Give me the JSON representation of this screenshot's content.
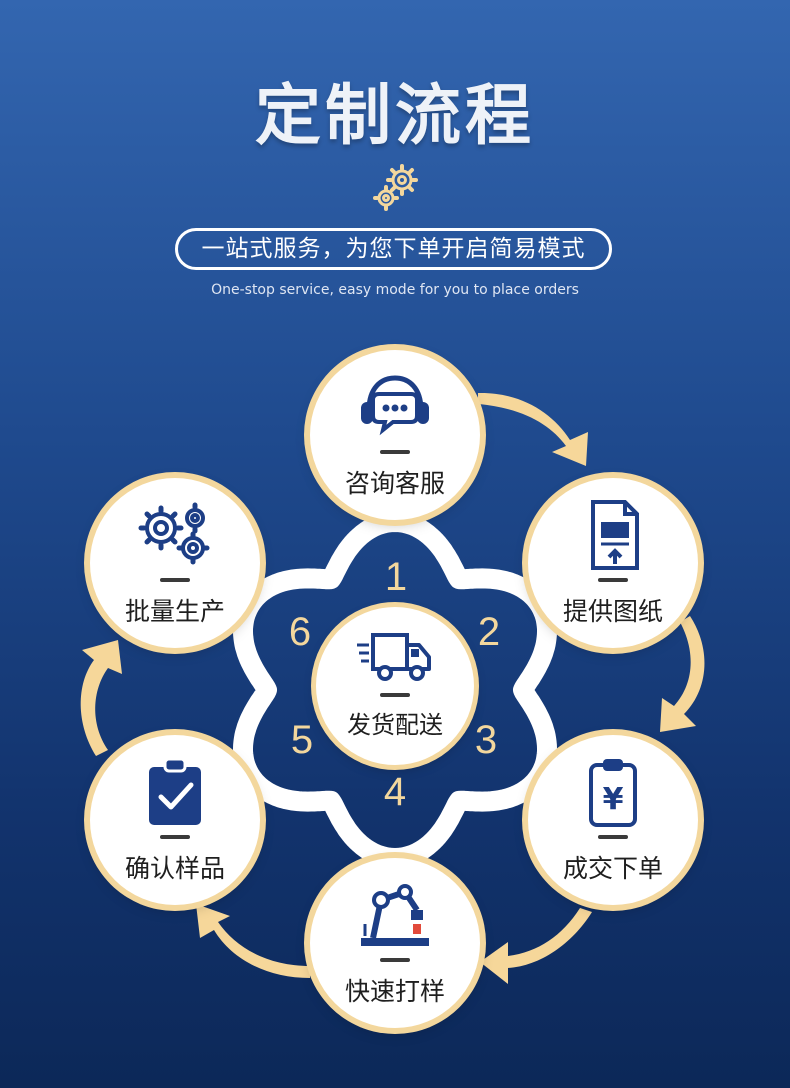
{
  "header": {
    "title": "定制流程",
    "slogan": "一站式服务，为您下单开启简易模式",
    "subtitle": "One-stop service, easy mode for you to place orders"
  },
  "steps": [
    {
      "number": "1",
      "label": "咨询客服",
      "icon": "headset-chat-icon"
    },
    {
      "number": "2",
      "label": "提供图纸",
      "icon": "drawing-document-icon"
    },
    {
      "number": "3",
      "label": "成交下单",
      "icon": "yuan-clipboard-icon"
    },
    {
      "number": "4",
      "label": "快速打样",
      "icon": "robot-arm-icon"
    },
    {
      "number": "5",
      "label": "确认样品",
      "icon": "check-clipboard-icon"
    },
    {
      "number": "6",
      "label": "批量生产",
      "icon": "gears-icon"
    }
  ],
  "center": {
    "label": "发货配送",
    "icon": "delivery-truck-icon"
  },
  "colors": {
    "background_top": "#3366b0",
    "background_bottom": "#0c2858",
    "accent_gold": "#f3d79d",
    "icon_blue": "#1d3e86",
    "text_dark": "#1f1f1f"
  }
}
